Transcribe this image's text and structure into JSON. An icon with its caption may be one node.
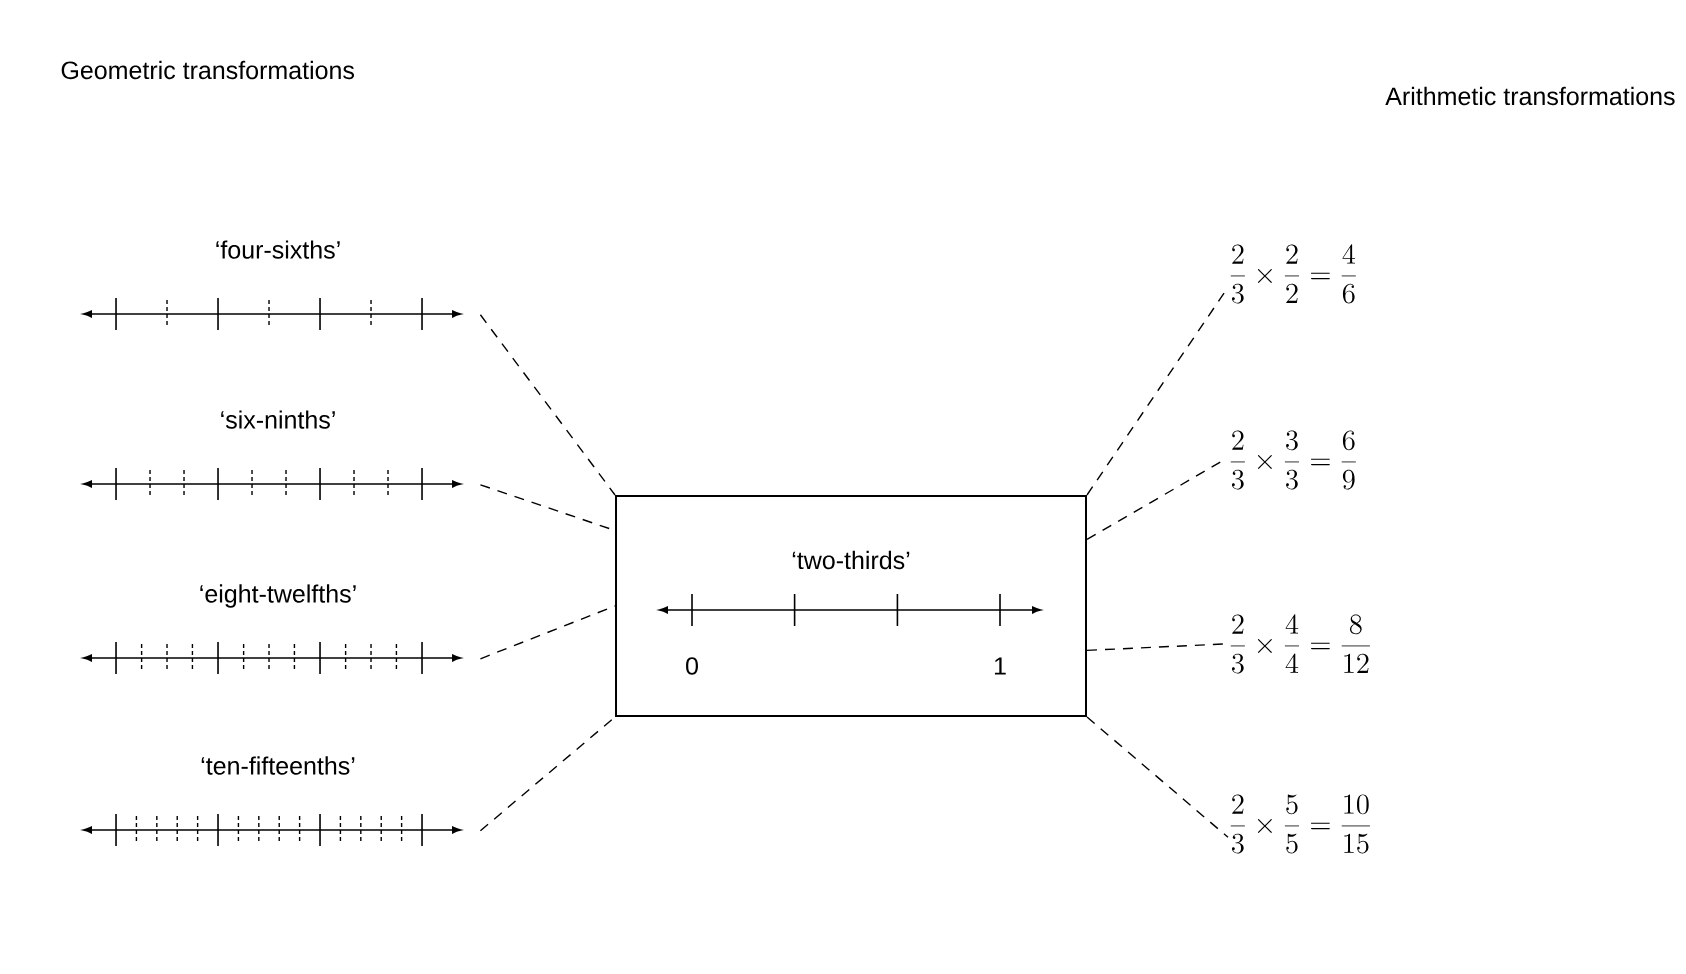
{
  "diagram": {
    "nodes": [
      {
        "text": [
          "‘two-thirds’"
        ]
      },
      {
        "text": [
          "‘four-sixths’"
        ]
      },
      {
        "text": [
          "‘six-ninths’"
        ]
      },
      {
        "text": [
          "‘eight-twelfths’"
        ]
      },
      {
        "text": [
          "‘ten-fifteenths’"
        ]
      },
      {
        "text": [
          "\\frac{2}{3} \\times \\frac{2}{2} = \\frac{4}{6}"
        ]
      },
      {
        "text": [
          "\\frac{2}{3} \\times \\frac{3}{3} = \\frac{6}{9}"
        ]
      },
      {
        "text": [
          "\\frac{2}{3} \\times \\frac{4}{4} = \\frac{8}{12}"
        ]
      },
      {
        "text": [
          "\\frac{2}{3} \\times \\frac{5}{5} = \\frac{10}{15}"
        ]
      }
    ],
    "edges": [
      {
        "from": 1,
        "to": 0,
        "arrow": "none",
        "style": "dashed"
      },
      {
        "from": 2,
        "to": 0,
        "arrow": "none",
        "style": "dashed"
      },
      {
        "from": 3,
        "to": 0,
        "arrow": "none",
        "style": "dashed"
      },
      {
        "from": 4,
        "to": 0,
        "arrow": "none",
        "style": "dashed"
      },
      {
        "from": 0,
        "to": 5,
        "arrow": "none",
        "style": "dashed"
      },
      {
        "from": 0,
        "to": 6,
        "arrow": "none",
        "style": "dashed"
      },
      {
        "from": 0,
        "to": 7,
        "arrow": "none",
        "style": "dashed"
      },
      {
        "from": 0,
        "to": 8,
        "arrow": "none",
        "style": "dashed"
      }
    ],
    "labels": [
      "Geometric transformations",
      "Arithmetic transformations",
      "0",
      "1"
    ]
  }
}
